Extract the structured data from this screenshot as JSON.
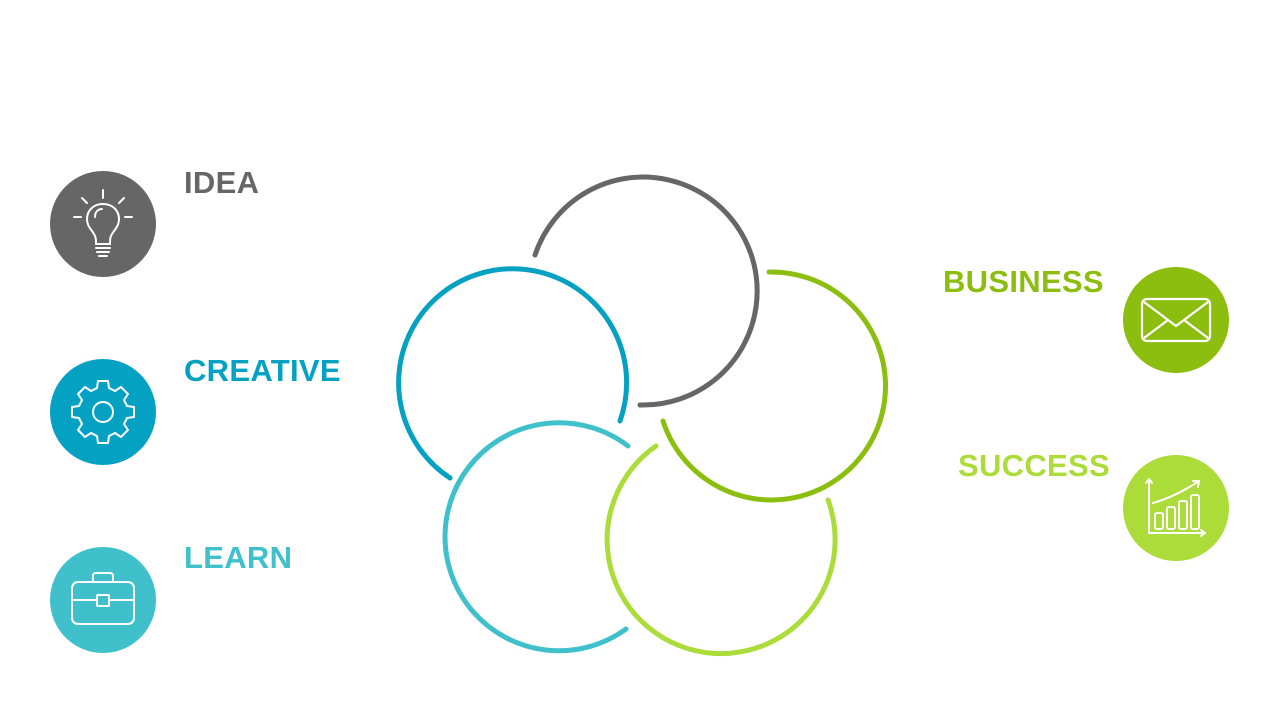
{
  "colors": {
    "idea": "#666666",
    "creative": "#05a1c2",
    "learn": "#3fc0cb",
    "business": "#8cbe0f",
    "success": "#abdc3a"
  },
  "items": [
    {
      "key": "idea",
      "label": "IDEA",
      "icon": "lightbulb-icon"
    },
    {
      "key": "creative",
      "label": "CREATIVE",
      "icon": "gear-icon"
    },
    {
      "key": "learn",
      "label": "LEARN",
      "icon": "briefcase-icon"
    },
    {
      "key": "business",
      "label": "BUSINESS",
      "icon": "envelope-icon"
    },
    {
      "key": "success",
      "label": "SUCCESS",
      "icon": "growth-chart-icon"
    }
  ]
}
